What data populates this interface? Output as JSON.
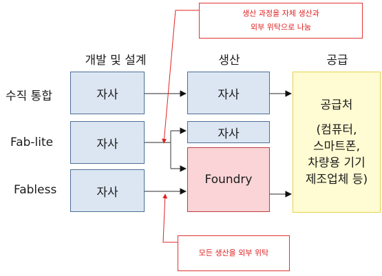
{
  "headers": {
    "dev": "개발 및 설계",
    "prod": "생산",
    "supply": "공급"
  },
  "rows": [
    {
      "label": "수직 통합",
      "dev": "자사",
      "prod": "자사"
    },
    {
      "label": "Fab-lite",
      "dev": "자사",
      "prod": "자사"
    },
    {
      "label": "Fabless",
      "dev": "자사"
    }
  ],
  "foundry": "Foundry",
  "supplier": {
    "title": "공급처",
    "lines": [
      "(컴퓨터,",
      "스마트폰,",
      "차량용 기기",
      "제조업체 등)"
    ]
  },
  "notes": {
    "top": [
      "생산 과정을 자체 생산과",
      "외부 위탁으로 나눔"
    ],
    "bottom": "모든 생산을 외부 위탁"
  },
  "colors": {
    "own_box_fill": "#dce6f2",
    "own_box_border": "#4a6d96",
    "foundry_fill": "#fad4d6",
    "foundry_border": "#c0393f",
    "supplier_fill": "#fffbd2",
    "supplier_border": "#e6d24a",
    "note_color": "#e02020"
  }
}
